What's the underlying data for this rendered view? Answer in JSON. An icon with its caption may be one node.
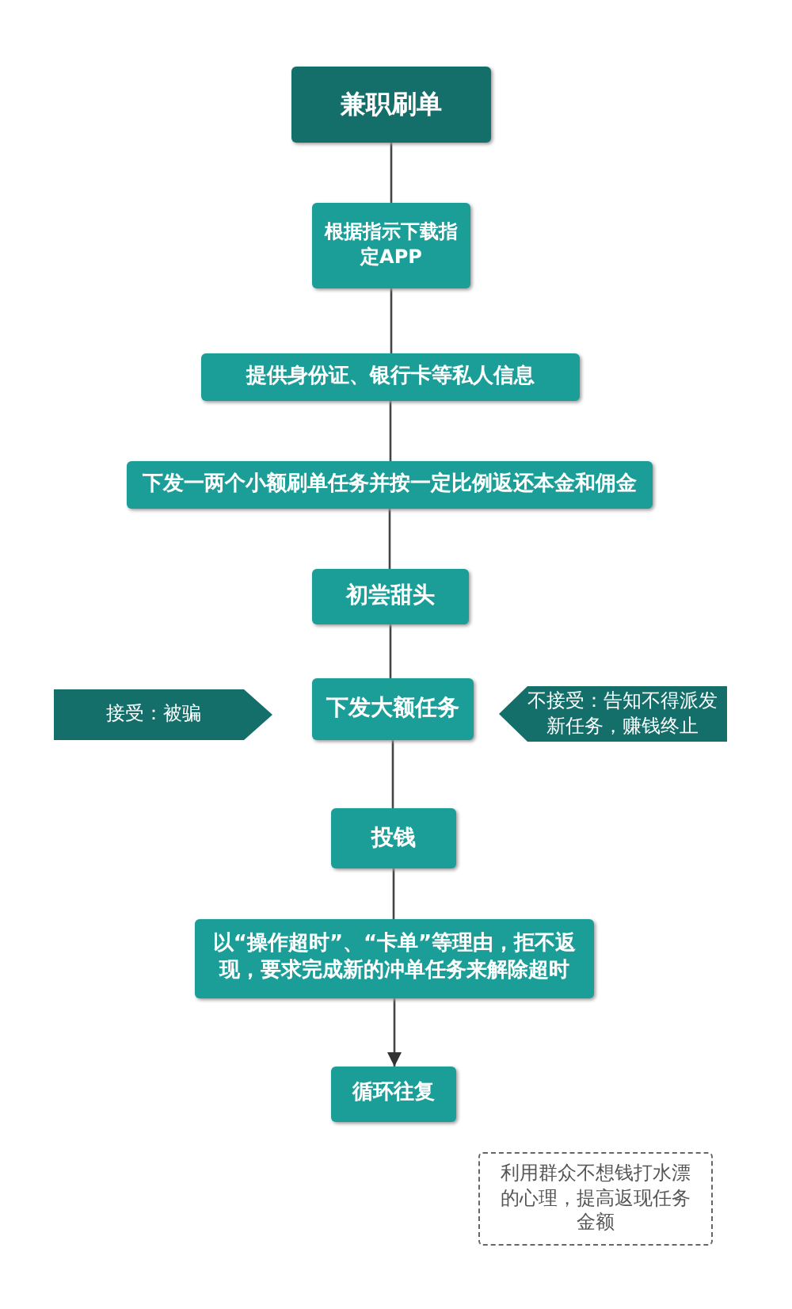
{
  "diagram": {
    "nodes": [
      {
        "text": [
          "兼职刷单"
        ]
      },
      {
        "text": [
          "根据指示下载指定APP"
        ]
      },
      {
        "text": [
          "提供身份证、银行卡等私人信息"
        ]
      },
      {
        "text": [
          "下发一两个小额刷单任务并按一定比例返还本金和佣金"
        ]
      },
      {
        "text": [
          "初尝甜头"
        ]
      },
      {
        "text": [
          "接受：被骗"
        ]
      },
      {
        "text": [
          "下发大额任务"
        ]
      },
      {
        "text": [
          "不接受：告知不得派发新任务，赚钱终止"
        ]
      },
      {
        "text": [
          "投钱"
        ]
      },
      {
        "text": [
          "以“操作超时”、“卡单”等理由，拒不返现，要求完成新的冲单任务来解除超时"
        ]
      },
      {
        "text": [
          "循环往复"
        ]
      },
      {
        "text": [
          "利用群众不想钱打水漂的心理，提高返现任务金额"
        ]
      }
    ],
    "edges": [
      {
        "from": 0,
        "to": 1,
        "arrow": "none"
      },
      {
        "from": 1,
        "to": 2,
        "arrow": "none"
      },
      {
        "from": 2,
        "to": 3,
        "arrow": "none"
      },
      {
        "from": 3,
        "to": 4,
        "arrow": "none"
      },
      {
        "from": 4,
        "to": 6,
        "arrow": "none"
      },
      {
        "from": 6,
        "to": 8,
        "arrow": "none"
      },
      {
        "from": 8,
        "to": 9,
        "arrow": "none"
      },
      {
        "from": 9,
        "to": 10,
        "arrow": "to"
      }
    ]
  }
}
